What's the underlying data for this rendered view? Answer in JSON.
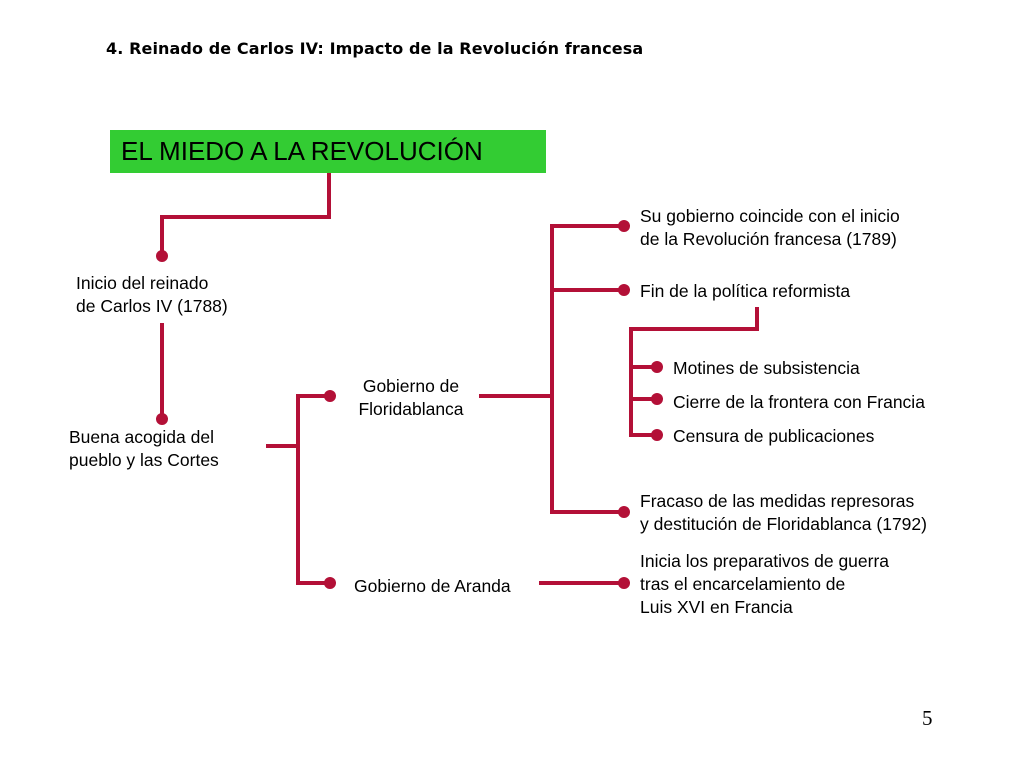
{
  "slide": {
    "title": "4. Reinado de Carlos IV: Impacto de la Revolución francesa",
    "page_number": "5"
  },
  "diagram": {
    "root": "EL MIEDO A LA REVOLUCIÓN",
    "inicio_reinado": [
      "Inicio del reinado",
      "de Carlos IV (1788)"
    ],
    "buena_acogida": [
      "Buena acogida del",
      "pueblo y las Cortes"
    ],
    "gobierno_floridablanca": [
      "Gobierno de",
      "Floridablanca"
    ],
    "gobierno_aranda": "Gobierno de Aranda",
    "revolucion_inicio": [
      "Su gobierno coincide con el inicio",
      "de la Revolución francesa (1789)"
    ],
    "fin_reformista": "Fin de la política reformista",
    "medidas": [
      "Motines de subsistencia",
      "Cierre de la frontera con Francia",
      "Censura de publicaciones"
    ],
    "fracaso": [
      "Fracaso de las medidas represoras",
      "y destitución de Floridablanca (1792)"
    ],
    "guerra": [
      "Inicia los preparativos de guerra",
      "tras el encarcelamiento de",
      "Luis XVI en Francia"
    ],
    "colors": {
      "box_fill": "#33cc33",
      "connector": "#b31037",
      "text": "#000000"
    }
  }
}
